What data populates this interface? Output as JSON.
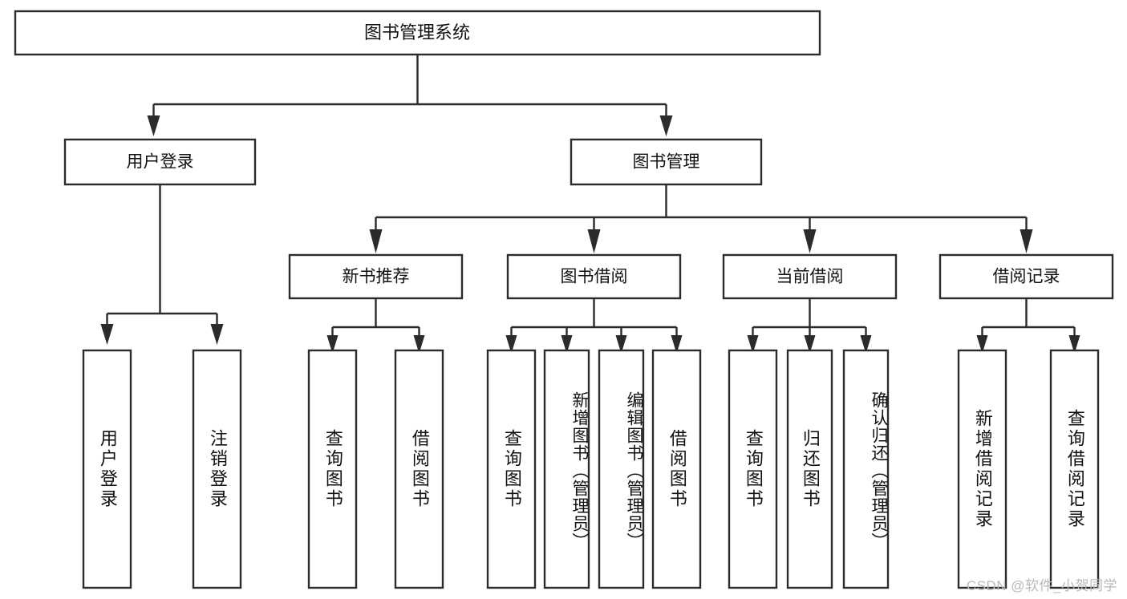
{
  "diagram": {
    "title": "图书管理系统",
    "type": "tree-hierarchy",
    "background_color": "#ffffff",
    "line_color": "#2b2b2b",
    "text_color": "#111111",
    "root": {
      "id": "root",
      "label": "图书管理系统"
    },
    "level2": [
      {
        "id": "user-login",
        "label": "用户登录"
      },
      {
        "id": "book-management",
        "label": "图书管理"
      }
    ],
    "level3": [
      {
        "id": "new-book-recommend",
        "label": "新书推荐",
        "parent": "book-management"
      },
      {
        "id": "book-borrow",
        "label": "图书借阅",
        "parent": "book-management"
      },
      {
        "id": "current-borrow",
        "label": "当前借阅",
        "parent": "book-management"
      },
      {
        "id": "borrow-record",
        "label": "借阅记录",
        "parent": "book-management"
      }
    ],
    "leaves": {
      "user-login": [
        {
          "id": "leaf-user-login",
          "label": "用户登录"
        },
        {
          "id": "leaf-user-logout",
          "label": "注销登录"
        }
      ],
      "new-book-recommend": [
        {
          "id": "leaf-query-book-1",
          "label": "查询图书"
        },
        {
          "id": "leaf-borrow-book-1",
          "label": "借阅图书"
        }
      ],
      "book-borrow": [
        {
          "id": "leaf-query-book-2",
          "label": "查询图书"
        },
        {
          "id": "leaf-add-book",
          "label": "新增图书（管理员）"
        },
        {
          "id": "leaf-edit-book",
          "label": "编辑图书（管理员）"
        },
        {
          "id": "leaf-borrow-book-2",
          "label": "借阅图书"
        }
      ],
      "current-borrow": [
        {
          "id": "leaf-query-book-3",
          "label": "查询图书"
        },
        {
          "id": "leaf-return-book",
          "label": "归还图书"
        },
        {
          "id": "leaf-confirm-return",
          "label": "确认归还（管理员）"
        }
      ],
      "borrow-record": [
        {
          "id": "leaf-add-record",
          "label": "新增借阅记录"
        },
        {
          "id": "leaf-query-record",
          "label": "查询借阅记录"
        }
      ]
    }
  },
  "watermark": {
    "text": "CSDN @软件_小贺同学"
  }
}
